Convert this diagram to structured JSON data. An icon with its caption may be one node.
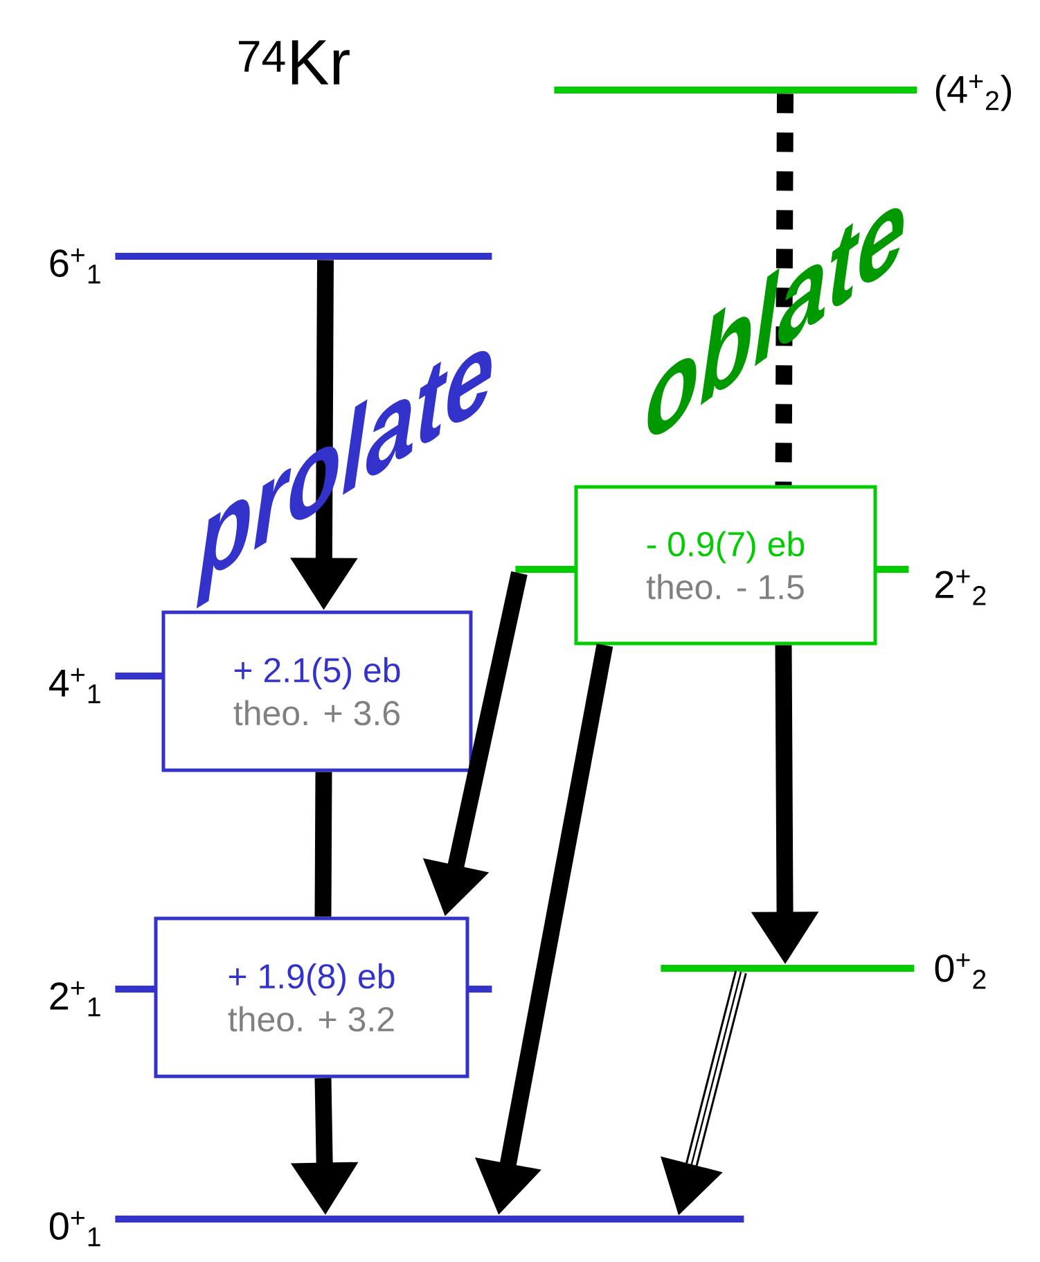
{
  "diagram": {
    "title": "$^{74}$Kr",
    "nodes": [
      {
        "text": [
          "6$^{+}$$_{1}$"
        ]
      },
      {
        "text": [
          "4$^{+}$$_{1}$"
        ]
      },
      {
        "text": [
          "2$^{+}$$_{1}$"
        ]
      },
      {
        "text": [
          "0$^{+}$$_{1}$"
        ]
      },
      {
        "text": [
          "(4$^{+}$$_{2}$)"
        ]
      },
      {
        "text": [
          "2$^{+}$$_{2}$"
        ]
      },
      {
        "text": [
          "0$^{+}$$_{2}$"
        ]
      },
      {
        "text": [
          "+ 2.1(5) eb",
          "theo. + 3.6"
        ]
      },
      {
        "text": [
          "+ 1.9(8) eb",
          "theo. + 3.2"
        ]
      },
      {
        "text": [
          "- 0.9(7) eb",
          "theo. - 1.5"
        ]
      }
    ],
    "edges": [
      {
        "from": 0,
        "to": 7,
        "arrow": "to"
      },
      {
        "from": 7,
        "to": 8,
        "arrow": "none"
      },
      {
        "from": 8,
        "to": 3,
        "arrow": "to"
      },
      {
        "from": 5,
        "to": 8,
        "arrow": "to"
      },
      {
        "from": 9,
        "to": 3,
        "arrow": "to"
      },
      {
        "from": 9,
        "to": 6,
        "arrow": "to"
      },
      {
        "from": 4,
        "to": 9,
        "arrow": "none",
        "style": "dashed"
      },
      {
        "from": 6,
        "to": 3,
        "arrow": "to"
      }
    ],
    "labels": [
      "prolate",
      "oblate"
    ]
  }
}
